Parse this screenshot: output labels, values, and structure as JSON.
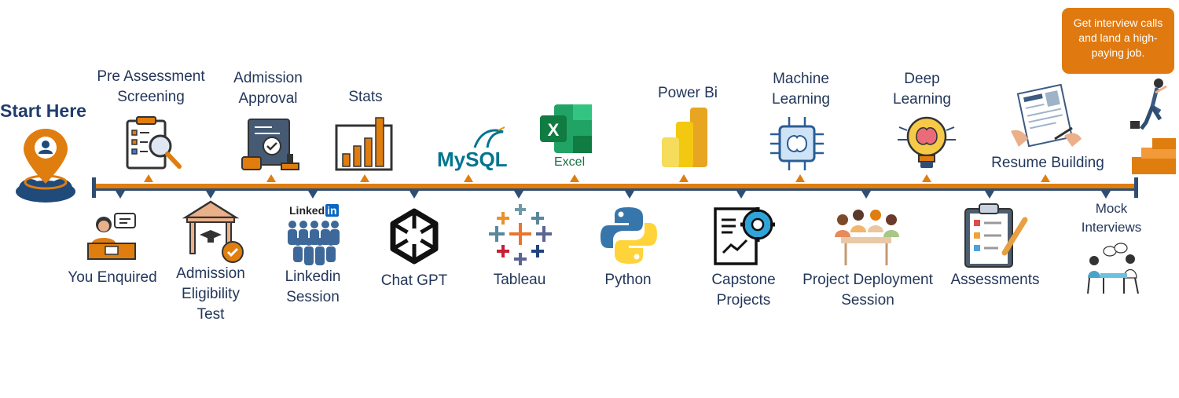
{
  "start_label": "Start Here",
  "cta_text": "Get interview calls and land a high-paying job.",
  "top_labels": {
    "pre_assessment": "Pre Assessment Screening",
    "admission_approval": "Admission Approval",
    "stats": "Stats",
    "power_bi": "Power Bi",
    "machine_learning": "Machine Learning",
    "deep_learning": "Deep Learning",
    "resume_building": "Resume Building"
  },
  "bottom_labels": {
    "you_enquired": "You Enquired",
    "admission_eligibility": "Admission Eligibility Test",
    "linkedin_session": "Linkedin Session",
    "chat_gpt": "Chat GPT",
    "tableau": "Tableau",
    "python": "Python",
    "capstone": "Capstone Projects",
    "project_deployment": "Project Deployment Session",
    "assessments": "Assessments",
    "mock_interviews": "Mock Interviews"
  },
  "logo_text": {
    "mysql": "MySQL",
    "excel": "Excel",
    "linkedin": "Linked",
    "linkedin_in": "in"
  },
  "icons": {
    "start": "location-pin-icon",
    "pre_assessment": "clipboard-magnifier-icon",
    "admission_approval": "approval-stamp-icon",
    "stats": "bar-chart-icon",
    "mysql": "mysql-logo-icon",
    "excel": "excel-logo-icon",
    "power_bi": "power-bi-logo-icon",
    "machine_learning": "brain-chip-icon",
    "deep_learning": "brain-bulb-icon",
    "resume_building": "resume-icon",
    "you_enquired": "person-chat-icon",
    "admission_eligibility": "graduation-building-icon",
    "linkedin_session": "linkedin-group-icon",
    "chat_gpt": "openai-logo-icon",
    "tableau": "tableau-logo-icon",
    "python": "python-logo-icon",
    "capstone": "document-gear-icon",
    "project_deployment": "team-meeting-icon",
    "assessments": "checklist-icon",
    "mock_interviews": "interview-icon",
    "finish": "climbing-person-icon"
  },
  "colors": {
    "accent_orange": "#e07d0f",
    "navy": "#2f4e73",
    "text": "#23375a"
  }
}
